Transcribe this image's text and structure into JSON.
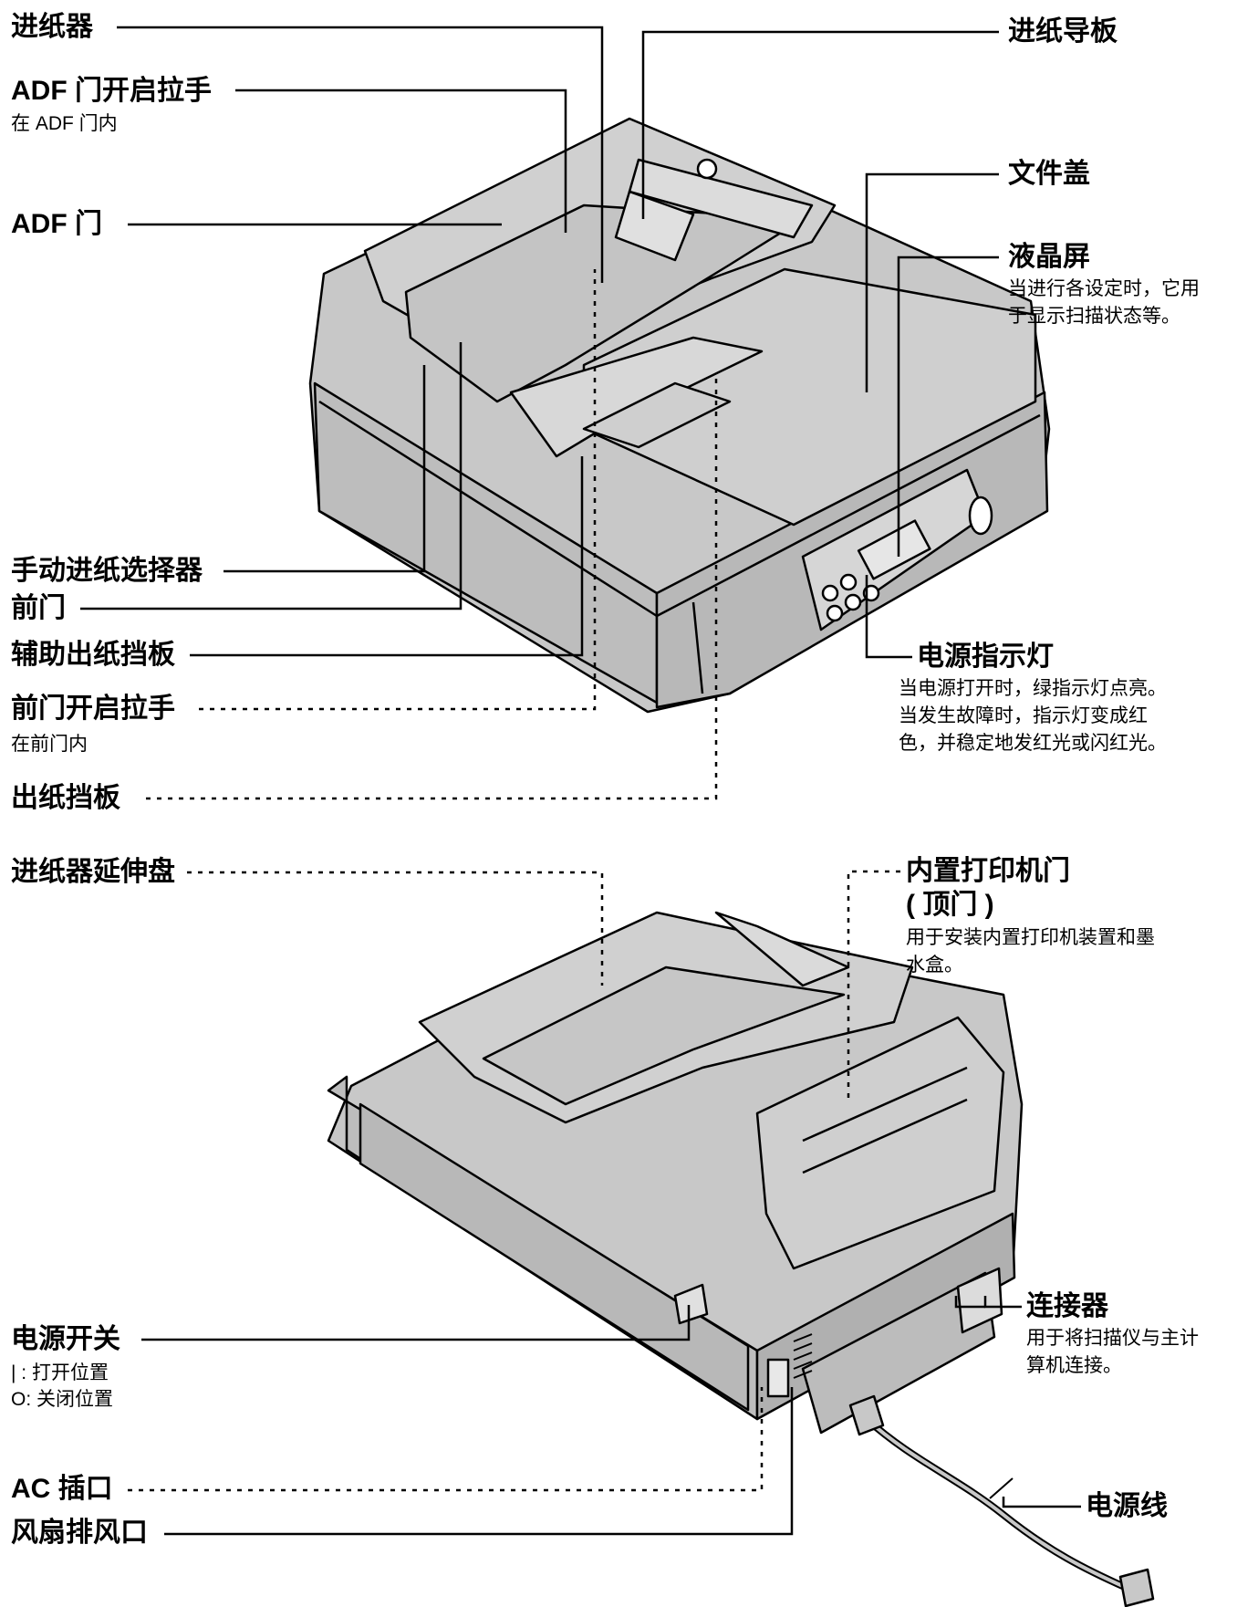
{
  "colors": {
    "body": "#c8c8c8",
    "line": "#000000",
    "background": "#ffffff"
  },
  "labels": {
    "feeder": "进纸器",
    "adf_door_lever": "ADF 门开启拉手",
    "adf_door_lever_note": "在 ADF 门内",
    "adf_door": "ADF 门",
    "manual_feed_selector": "手动进纸选择器",
    "front_door": "前门",
    "aux_exit_stopper": "辅助出纸挡板",
    "front_door_lever": "前门开启拉手",
    "front_door_lever_note": "在前门内",
    "exit_stopper": "出纸挡板",
    "paper_guide": "进纸导板",
    "document_cover": "文件盖",
    "lcd": "液晶屏",
    "lcd_note_1": "当进行各设定时，它用",
    "lcd_note_2": "于显示扫描状态等。",
    "power_indicator": "电源指示灯",
    "power_indicator_note_1": "当电源打开时，绿指示灯点亮。",
    "power_indicator_note_2": "当发生故障时，指示灯变成红",
    "power_indicator_note_3": "色，并稳定地发红光或闪红光。",
    "feeder_extension": "进纸器延伸盘",
    "printer_door": "内置打印机门",
    "printer_door_2": "( 顶门 )",
    "printer_door_note_1": "用于安装内置打印机装置和墨",
    "printer_door_note_2": "水盒。",
    "connector": "连接器",
    "connector_note_1": "用于将扫描仪与主计",
    "connector_note_2": "算机连接。",
    "power_switch": "电源开关",
    "power_switch_on": "| : 打开位置",
    "power_switch_off": "O: 关闭位置",
    "ac_inlet": "AC 插口",
    "fan_vent": "风扇排风口",
    "power_cord": "电源线"
  }
}
